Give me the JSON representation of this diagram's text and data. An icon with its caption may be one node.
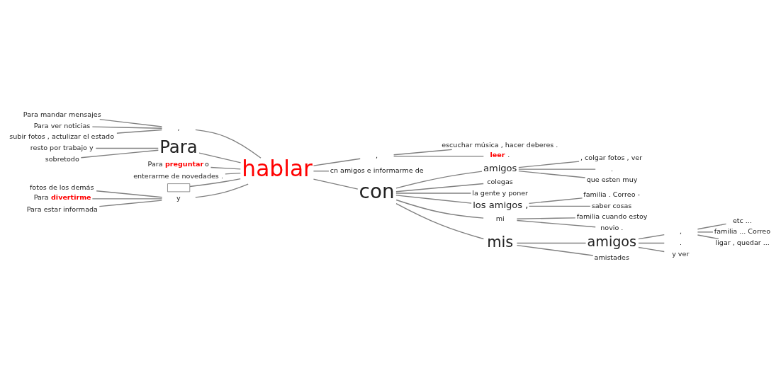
{
  "diagram": {
    "nodes": [
      {
        "text": [
          "hablar"
        ]
      },
      {
        "text": [
          ","
        ]
      },
      {
        "text": [
          "Para mandar mensajes"
        ]
      },
      {
        "text": [
          "Para ver noticias"
        ]
      },
      {
        "text": [
          "subir fotos , actulizar el estado"
        ]
      },
      {
        "text": [
          "Para"
        ]
      },
      {
        "text": [
          "resto por trabajo y"
        ]
      },
      {
        "text": [
          "sobretodo"
        ]
      },
      {
        "text": [
          "Para **preguntar** o"
        ]
      },
      {
        "text": [
          "enterarme de novedades ."
        ]
      },
      {
        "text": [],
        "shape": "box"
      },
      {
        "text": [
          "y"
        ]
      },
      {
        "text": [
          "fotos de los demás"
        ]
      },
      {
        "text": [
          "Para **divertirme**"
        ]
      },
      {
        "text": [
          "Para estar informada"
        ]
      },
      {
        "text": [
          ","
        ]
      },
      {
        "text": [
          "escuchar música , hacer deberes ."
        ]
      },
      {
        "text": [
          "**leer** ."
        ]
      },
      {
        "text": [
          "cn amigos e informarme de"
        ]
      },
      {
        "text": [
          "con"
        ]
      },
      {
        "text": [
          "amigos"
        ]
      },
      {
        "text": [
          ", colgar fotos , ver"
        ]
      },
      {
        "text": [
          "."
        ]
      },
      {
        "text": [
          "que esten muy"
        ]
      },
      {
        "text": [
          "colegas"
        ]
      },
      {
        "text": [
          "la gente y poner"
        ]
      },
      {
        "text": [
          "los amigos ,"
        ]
      },
      {
        "text": [
          "familia . Correo -"
        ]
      },
      {
        "text": [
          "saber cosas"
        ]
      },
      {
        "text": [
          "mi"
        ]
      },
      {
        "text": [
          "familia cuando estoy"
        ]
      },
      {
        "text": [
          "novio ."
        ]
      },
      {
        "text": [
          "mis"
        ]
      },
      {
        "text": [
          "amigos"
        ]
      },
      {
        "text": [
          ","
        ]
      },
      {
        "text": [
          "etc ..."
        ]
      },
      {
        "text": [
          "familia ... Correo"
        ]
      },
      {
        "text": [
          "ligar , quedar ..."
        ]
      },
      {
        "text": [
          "."
        ]
      },
      {
        "text": [
          "y ver"
        ]
      },
      {
        "text": [
          "amistades"
        ]
      }
    ],
    "edges": [
      {
        "from": 2,
        "to": 1,
        "arrow": "none"
      },
      {
        "from": 3,
        "to": 1,
        "arrow": "none"
      },
      {
        "from": 4,
        "to": 1,
        "arrow": "none"
      },
      {
        "from": 1,
        "to": 0,
        "arrow": "none"
      },
      {
        "from": 6,
        "to": 5,
        "arrow": "none"
      },
      {
        "from": 7,
        "to": 5,
        "arrow": "none"
      },
      {
        "from": 5,
        "to": 0,
        "arrow": "none"
      },
      {
        "from": 8,
        "to": 0,
        "arrow": "none"
      },
      {
        "from": 9,
        "to": 0,
        "arrow": "none"
      },
      {
        "from": 10,
        "to": 0,
        "arrow": "none"
      },
      {
        "from": 12,
        "to": 11,
        "arrow": "none"
      },
      {
        "from": 13,
        "to": 11,
        "arrow": "none"
      },
      {
        "from": 14,
        "to": 11,
        "arrow": "none"
      },
      {
        "from": 11,
        "to": 0,
        "arrow": "none"
      },
      {
        "from": 0,
        "to": 15,
        "arrow": "none"
      },
      {
        "from": 15,
        "to": 16,
        "arrow": "none"
      },
      {
        "from": 15,
        "to": 17,
        "arrow": "none"
      },
      {
        "from": 0,
        "to": 18,
        "arrow": "none"
      },
      {
        "from": 0,
        "to": 19,
        "arrow": "none"
      },
      {
        "from": 19,
        "to": 20,
        "arrow": "none"
      },
      {
        "from": 20,
        "to": 21,
        "arrow": "none"
      },
      {
        "from": 20,
        "to": 22,
        "arrow": "none"
      },
      {
        "from": 20,
        "to": 23,
        "arrow": "none"
      },
      {
        "from": 19,
        "to": 24,
        "arrow": "none"
      },
      {
        "from": 19,
        "to": 25,
        "arrow": "none"
      },
      {
        "from": 19,
        "to": 26,
        "arrow": "none"
      },
      {
        "from": 26,
        "to": 27,
        "arrow": "none"
      },
      {
        "from": 26,
        "to": 28,
        "arrow": "none"
      },
      {
        "from": 19,
        "to": 29,
        "arrow": "none"
      },
      {
        "from": 29,
        "to": 30,
        "arrow": "none"
      },
      {
        "from": 29,
        "to": 31,
        "arrow": "none"
      },
      {
        "from": 19,
        "to": 32,
        "arrow": "none"
      },
      {
        "from": 32,
        "to": 33,
        "arrow": "none"
      },
      {
        "from": 33,
        "to": 34,
        "arrow": "none"
      },
      {
        "from": 34,
        "to": 35,
        "arrow": "none"
      },
      {
        "from": 34,
        "to": 36,
        "arrow": "none"
      },
      {
        "from": 34,
        "to": 37,
        "arrow": "none"
      },
      {
        "from": 33,
        "to": 38,
        "arrow": "none"
      },
      {
        "from": 33,
        "to": 39,
        "arrow": "none"
      },
      {
        "from": 32,
        "to": 40,
        "arrow": "none"
      }
    ]
  }
}
